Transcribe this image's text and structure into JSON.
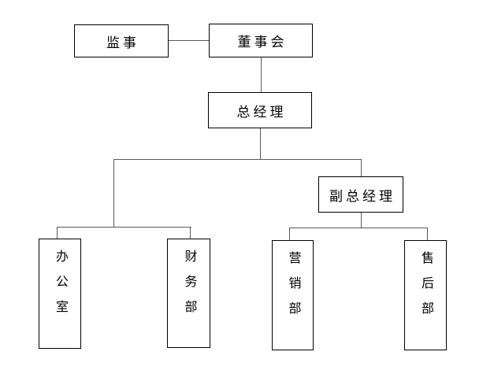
{
  "diagram": {
    "type": "org-chart",
    "nodes": {
      "supervisor": {
        "label": "监事"
      },
      "board": {
        "label": "董事会"
      },
      "general_manager": {
        "label": "总经理"
      },
      "deputy_general_manager": {
        "label": "副总经理"
      },
      "office": {
        "label": "办公室"
      },
      "finance_dept": {
        "label": "财务部"
      },
      "marketing_dept": {
        "label": "营销部"
      },
      "after_sales_dept": {
        "label": "售后部"
      }
    },
    "edges": [
      {
        "from": "监事",
        "to": "董事会",
        "type": "lateral"
      },
      {
        "from": "董事会",
        "to": "总经理",
        "type": "reports"
      },
      {
        "from": "总经理",
        "to": "办公室",
        "type": "reports"
      },
      {
        "from": "总经理",
        "to": "财务部",
        "type": "reports"
      },
      {
        "from": "总经理",
        "to": "副总经理",
        "type": "reports"
      },
      {
        "from": "副总经理",
        "to": "营销部",
        "type": "reports"
      },
      {
        "from": "副总经理",
        "to": "售后部",
        "type": "reports"
      }
    ],
    "colors": {
      "background": "#ffffff",
      "box_border": "#000000",
      "connector": "#595959",
      "text": "#000000"
    }
  }
}
